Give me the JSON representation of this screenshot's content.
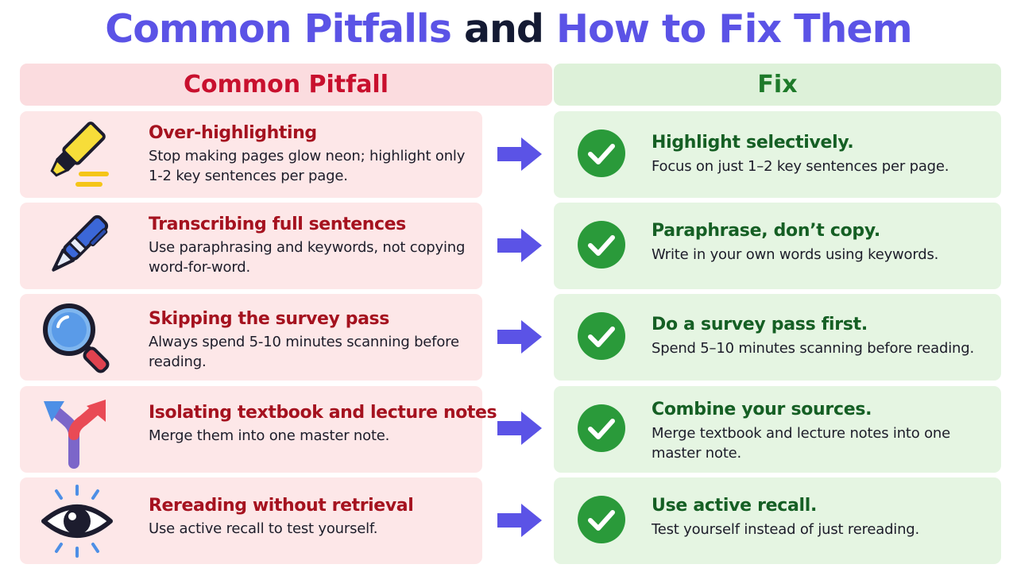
{
  "title": {
    "part1": "Common Pitfalls",
    "part2": "and",
    "part3": "How to Fix Them"
  },
  "headers": {
    "pitfall": "Common Pitfall",
    "fix": "Fix"
  },
  "colors": {
    "title_accent": "#5b53e6",
    "title_dark": "#141a33",
    "pitfall_red": "#c8102e",
    "fix_green": "#1e7a2a",
    "arrow": "#5b53e6",
    "check": "#2a9a3a"
  },
  "rows": [
    {
      "icon": "highlighter-icon",
      "pitfall_title": "Over-highlighting",
      "pitfall_desc": "Stop making pages glow neon; highlight only 1-2 key sentences per page.",
      "fix_title": "Highlight selectively.",
      "fix_desc": "Focus on just 1–2 key sentences per page."
    },
    {
      "icon": "pen-icon",
      "pitfall_title": "Transcribing full sentences",
      "pitfall_desc": "Use paraphrasing and keywords, not copying word-for-word.",
      "fix_title": "Paraphrase, don’t copy.",
      "fix_desc": "Write in your own words using keywords."
    },
    {
      "icon": "magnifier-icon",
      "pitfall_title": "Skipping the survey pass",
      "pitfall_desc": "Always spend 5-10 minutes scanning before reading.",
      "fix_title": "Do a survey pass first.",
      "fix_desc": "Spend 5–10 minutes scanning before reading."
    },
    {
      "icon": "split-arrows-icon",
      "pitfall_title": "Isolating textbook and lecture notes",
      "pitfall_desc": "Merge them into one master note.",
      "fix_title": "Combine your sources.",
      "fix_desc": "Merge textbook and lecture notes into one master note."
    },
    {
      "icon": "eye-icon",
      "pitfall_title": "Rereading without retrieval",
      "pitfall_desc": "Use active recall to test yourself.",
      "fix_title": "Use active recall.",
      "fix_desc": "Test yourself instead of just rereading."
    }
  ]
}
